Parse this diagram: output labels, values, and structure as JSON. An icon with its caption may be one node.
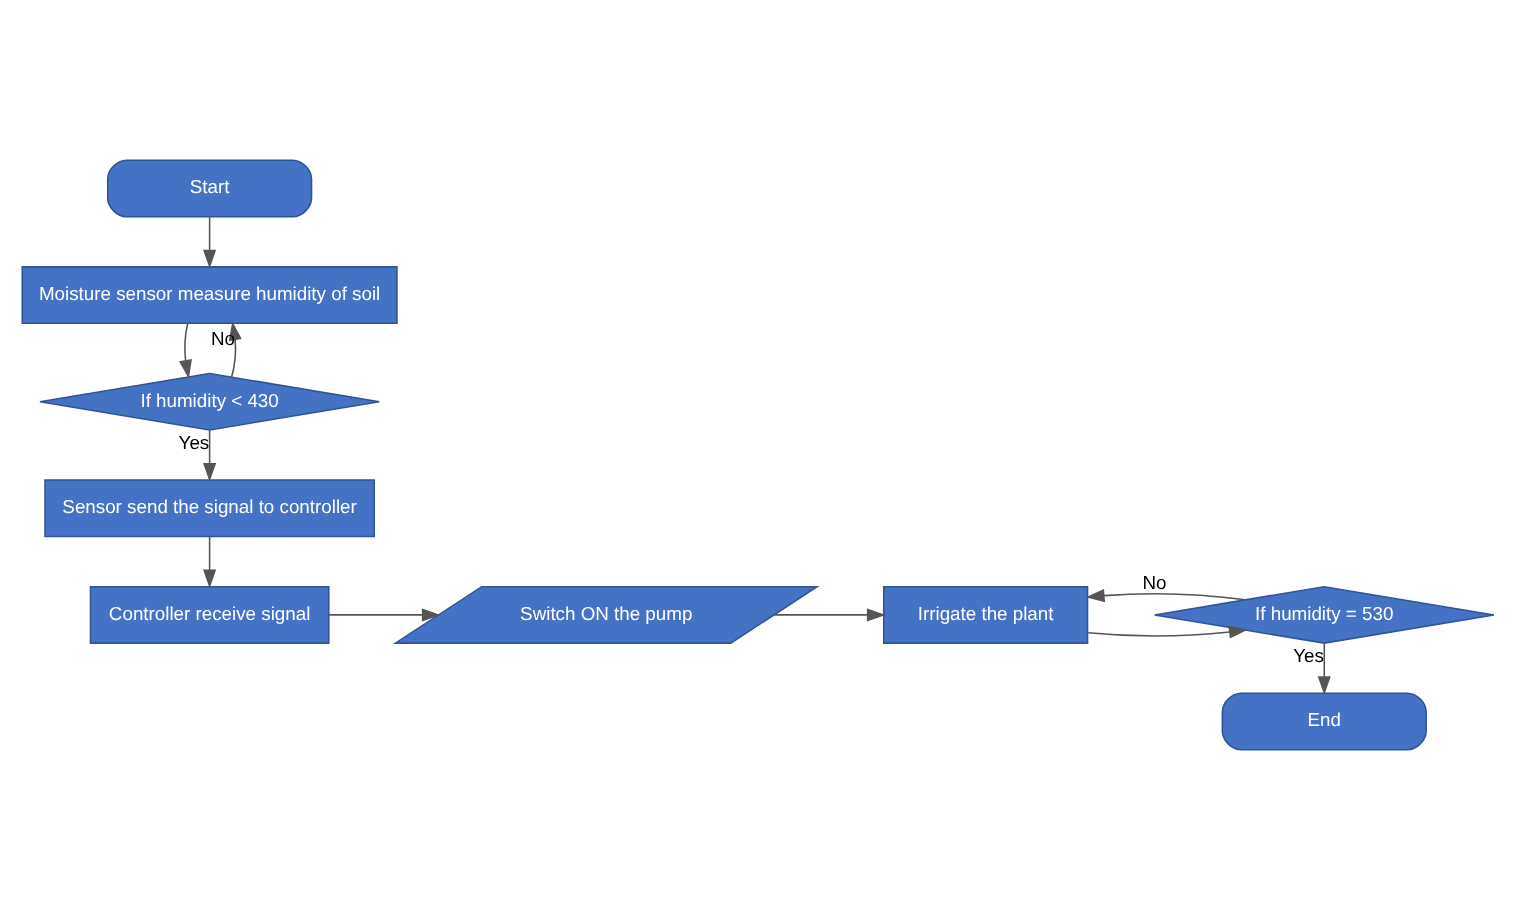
{
  "diagram": {
    "nodes": [
      {
        "text": [
          "Start"
        ]
      },
      {
        "text": [
          "Moisture sensor measure humidity of soil"
        ]
      },
      {
        "text": [
          "If humidity < 430"
        ]
      },
      {
        "text": [
          "Sensor send the signal to controller"
        ]
      },
      {
        "text": [
          "Controller receive signal"
        ]
      },
      {
        "text": [
          "Switch ON the pump"
        ]
      },
      {
        "text": [
          "Irrigate the plant"
        ]
      },
      {
        "text": [
          "If humidity = 530"
        ]
      },
      {
        "text": [
          "End"
        ]
      }
    ],
    "edges": [
      {
        "from": 0,
        "to": 1,
        "arrow": "to"
      },
      {
        "from": 1,
        "to": 2,
        "arrow": "to"
      },
      {
        "from": 2,
        "to": 1,
        "arrow": "to",
        "label": "No"
      },
      {
        "from": 2,
        "to": 3,
        "arrow": "to",
        "label": "Yes"
      },
      {
        "from": 3,
        "to": 4,
        "arrow": "to"
      },
      {
        "from": 4,
        "to": 5,
        "arrow": "to"
      },
      {
        "from": 5,
        "to": 6,
        "arrow": "to"
      },
      {
        "from": 6,
        "to": 7,
        "arrow": "to"
      },
      {
        "from": 7,
        "to": 6,
        "arrow": "to",
        "label": "No"
      },
      {
        "from": 7,
        "to": 8,
        "arrow": "to",
        "label": "Yes"
      }
    ]
  }
}
